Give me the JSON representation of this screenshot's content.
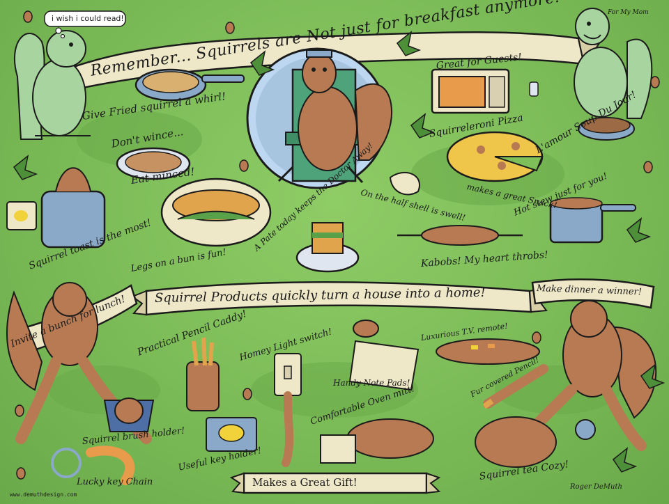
{
  "banners": {
    "top": "Remember... Squirrels are Not just for breakfast anymore!",
    "middle": "Squirrel Products quickly turn a house into a home!",
    "left": "Invite a bunch for lunch!",
    "right": "Make dinner a winner!",
    "bottom": "Makes a Great Gift!"
  },
  "speech_bubble": "i wish i could read!",
  "dedication": "For My Mom",
  "captions": {
    "fried": "Give Fried squirrel a whirl!",
    "dont_wince": "Don't wince...",
    "eat_minced": "Eat minced!",
    "guests": "Great for Guests!",
    "pizza": "Squirreleroni Pizza",
    "snack": "makes a great Snack!",
    "soup": "L'amour Soup Du Jour!",
    "half_shell": "On the half shell is swell!",
    "stew": "Hot stew just for you!",
    "toast": "Squirrel toast is the most!",
    "legs": "Legs on a bun is fun!",
    "pate": "A Pate today keeps the Doctor Away!",
    "kabobs": "Kabobs! My heart throbs!",
    "pencil_caddy": "Practical Pencil Caddy!",
    "light_switch": "Homey Light switch!",
    "note_pads": "Handy Note Pads!",
    "tv_remote": "Luxurious T.V. remote!",
    "fur_pencil": "Fur covered Pencil!",
    "brush_holder": "Squirrel brush holder!",
    "oven_mitt": "Comfortable Oven mitt!",
    "key_holder": "Useful key holder!",
    "key_chain": "Lucky key Chain",
    "tea_cozy": "Squirrel tea Cozy!"
  },
  "signature": "Roger DeMuth",
  "website": "www.demuthdesign.com",
  "colors": {
    "grass": "#7fbf5a",
    "banner": "#efe8c8",
    "squirrel": "#b87a52",
    "squirrel_green": "#a8d4a0",
    "ink": "#1b1b1b",
    "steel": "#8aa9c8"
  }
}
